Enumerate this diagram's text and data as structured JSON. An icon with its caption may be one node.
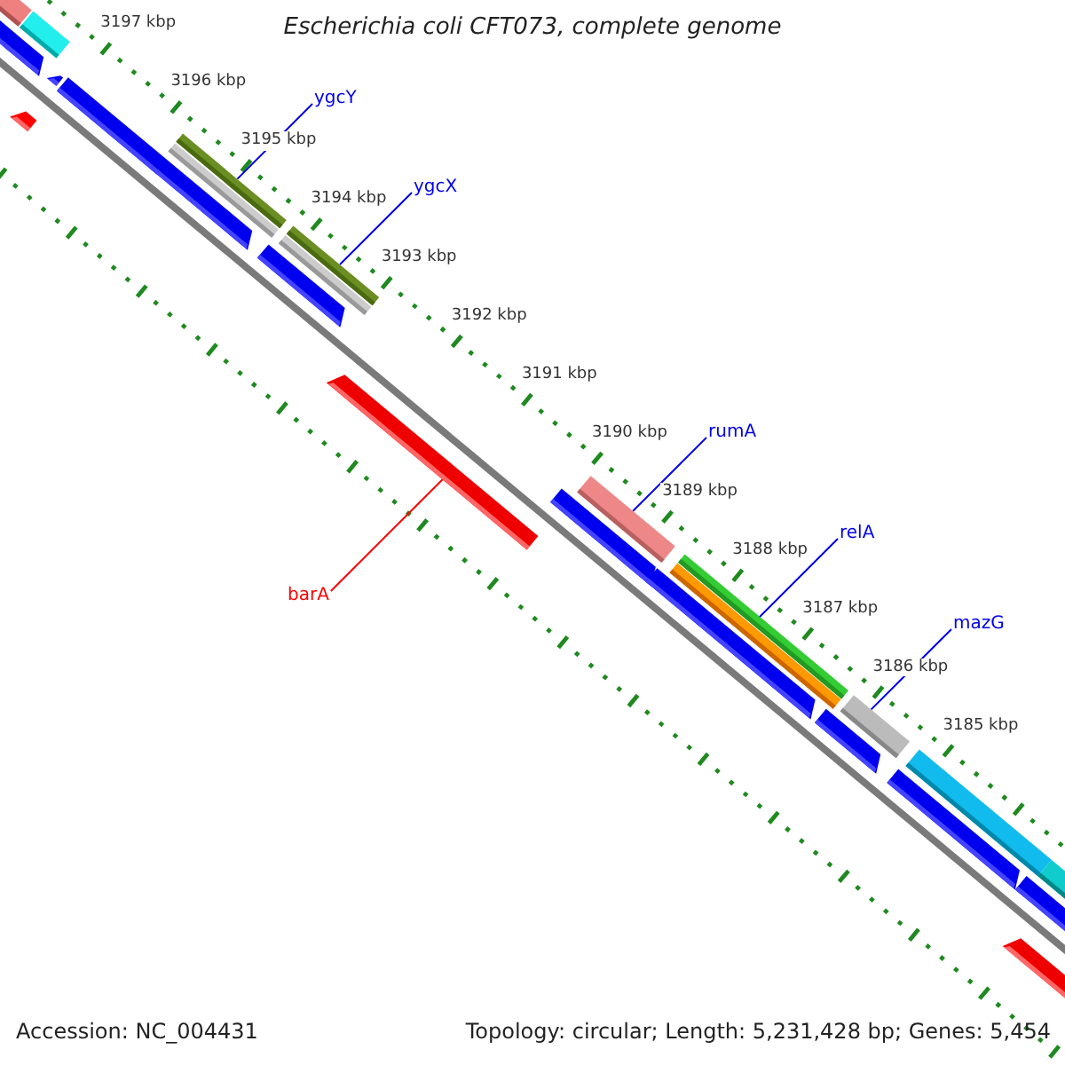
{
  "diagram": {
    "title": "Escherichia coli CFT073, complete genome",
    "nodes": [
      {
        "text": [
          "ygcY"
        ]
      },
      {
        "text": [],
        "shape": "bar"
      },
      {
        "text": [
          "ygcX"
        ]
      },
      {
        "text": [],
        "shape": "bar"
      },
      {
        "text": [
          "rumA"
        ]
      },
      {
        "text": [],
        "shape": "bar"
      },
      {
        "text": [
          "relA"
        ]
      },
      {
        "text": [],
        "shape": "bar"
      },
      {
        "text": [
          "barA"
        ]
      },
      {
        "text": [],
        "shape": "bar"
      },
      {
        "text": [
          "mazG"
        ]
      },
      {
        "text": [],
        "shape": "bar"
      }
    ],
    "edges": [
      {
        "from": 0,
        "to": 1,
        "arrow": "none"
      },
      {
        "from": 2,
        "to": 3,
        "arrow": "none"
      },
      {
        "from": 4,
        "to": 5,
        "arrow": "none"
      },
      {
        "from": 6,
        "to": 7,
        "arrow": "none"
      },
      {
        "from": 8,
        "to": 9,
        "arrow": "none",
        "color": "#ff0000"
      },
      {
        "from": 10,
        "to": 11,
        "arrow": "none"
      }
    ],
    "labels": [
      "3197 kbp",
      "3196 kbp",
      "3195 kbp",
      "3194 kbp",
      "3193 kbp",
      "3192 kbp",
      "3191 kbp",
      "3190 kbp",
      "3189 kbp",
      "3188 kbp",
      "3187 kbp",
      "3186 kbp",
      "3185 kbp",
      "Accession: NC_004431",
      "Topology: circular; Length: 5,231,428 bp; Genes: 5,454"
    ]
  }
}
